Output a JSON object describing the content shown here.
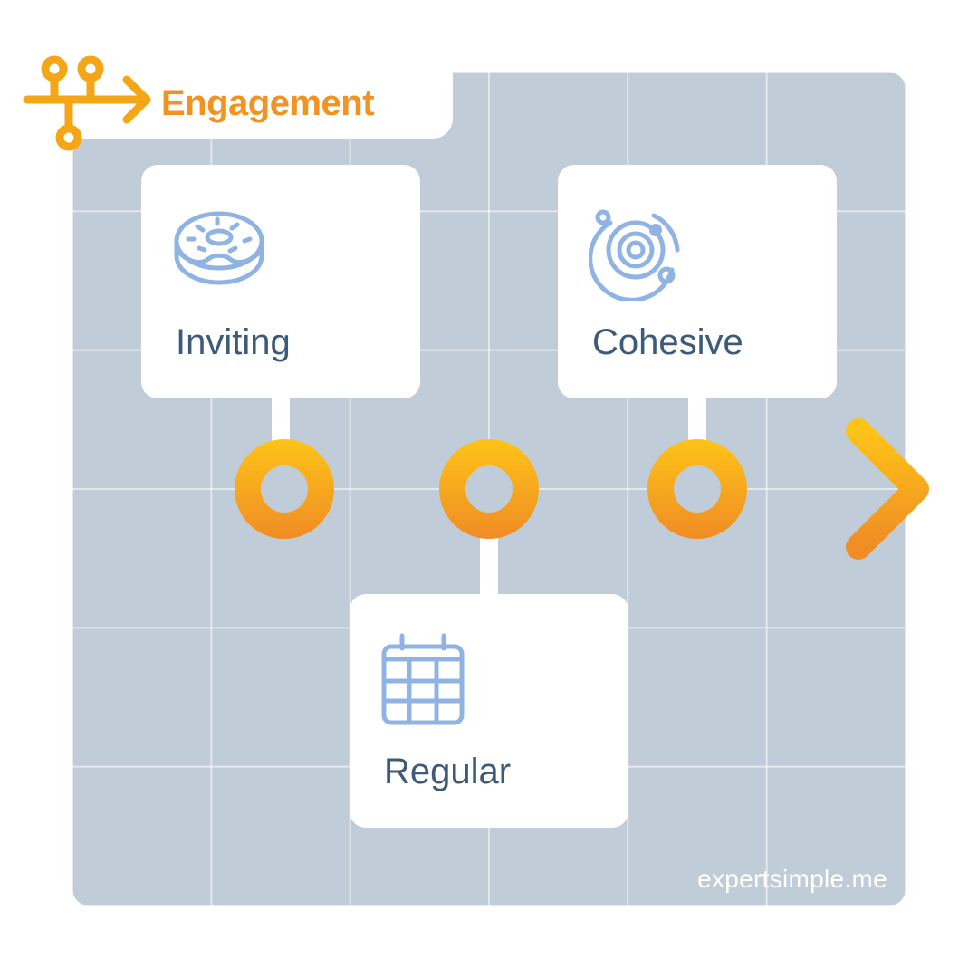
{
  "title": "Engagement",
  "steps": [
    {
      "label": "Inviting",
      "icon": "donut-icon"
    },
    {
      "label": "Regular",
      "icon": "calendar-icon"
    },
    {
      "label": "Cohesive",
      "icon": "orbit-icon"
    }
  ],
  "footer": "expertsimple.me",
  "colors": {
    "accent": "#f29221",
    "accent_light": "#fbbf1a",
    "board": "#c0ccd8",
    "icon": "#8fb4e3",
    "label": "#3d5a78"
  }
}
